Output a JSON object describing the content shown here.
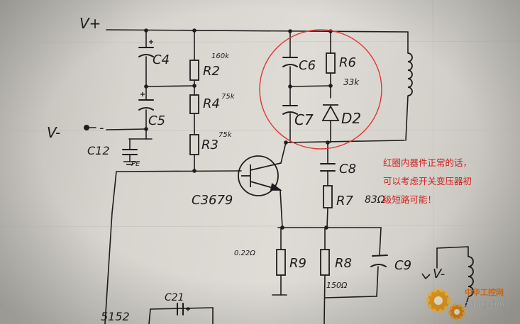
{
  "rails": {
    "vplus": "V+",
    "vminus": "V-",
    "vminus_small": "V-"
  },
  "components": {
    "c4": "C4",
    "c5": "C5",
    "c12": "C12",
    "c12_note": "PE",
    "r2": "R2",
    "r2_value": "160k",
    "r4": "R4",
    "r4_value": "75k",
    "r3": "R3",
    "r3_value": "75k",
    "c6": "C6",
    "r6": "R6",
    "r6_value": "33k",
    "c7": "C7",
    "d2": "D2",
    "c8": "C8",
    "r7": "R7",
    "r7_value": "83Ω",
    "transistor": "C3679",
    "r9": "R9",
    "r9_value": "0.22Ω",
    "r8": "R8",
    "r8_value": "150Ω",
    "c9": "C9",
    "bottom_left": "5152",
    "c21": "C21"
  },
  "annotation": {
    "lines": [
      "红圈内器件正常的话，",
      "可以考虑开关变压器初",
      "级短路可能！"
    ],
    "color": "#d42020"
  },
  "watermark": {
    "name": "中华工控网",
    "url": "gkong.com"
  },
  "colors": {
    "ink": "#1c1c1c",
    "circle": "#e03535",
    "paper": "#dcdad3"
  }
}
